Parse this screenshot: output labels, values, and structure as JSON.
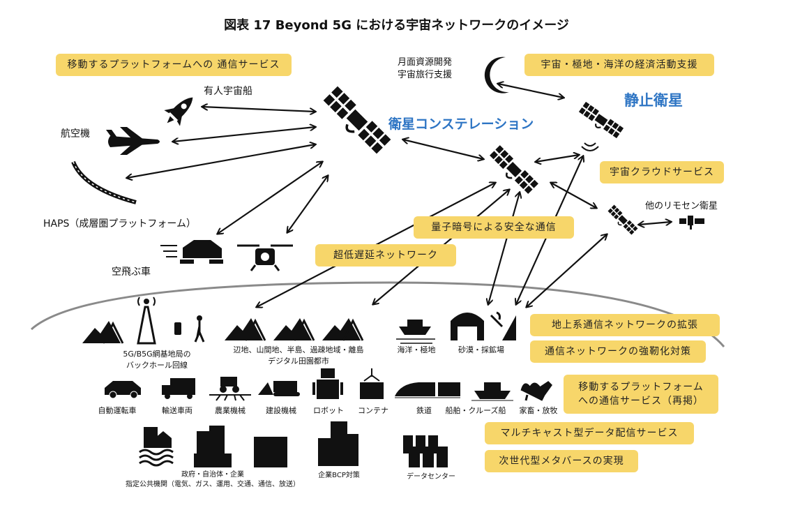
{
  "title": "図表 17  Beyond 5G における宇宙ネットワークのイメージ",
  "space": {
    "crewed_spacecraft": "有人宇宙船",
    "aircraft": "航空機",
    "haps": "HAPS（成層圏プラットフォーム）",
    "flying_car": "空飛ぶ車",
    "moon_line1": "月面資源開発",
    "moon_line2": "宇宙旅行支援",
    "geo_satellite": "静止衛星",
    "constellation": "衛星コンステレーション",
    "remote_sensing": "他のリモセン衛星"
  },
  "services": {
    "mobile_platform": "移動するプラットフォームへの 通信サービス",
    "economic_support": "宇宙・極地・海洋の経済活動支援",
    "space_cloud": "宇宙クラウドサービス",
    "quantum": "量子暗号による安全な通信",
    "low_latency": "超低遅延ネットワーク",
    "terrestrial_ext": "地上系通信ネットワークの拡張",
    "resilience": "通信ネットワークの強靭化対策",
    "mobile_repost_1": "移動するプラットフォーム",
    "mobile_repost_2": "への通信サービス（再掲）",
    "multicast": "マルチキャスト型データ配信サービス",
    "metaverse": "次世代型メタバースの実現"
  },
  "ground": {
    "backhaul_1": "5G/B5G網基地局の",
    "backhaul_2": "バックホール回線",
    "remote_1": "辺地、山間地、半島、過疎地域・離島",
    "remote_2": "デジタル田園都市",
    "ocean": "海洋・極地",
    "desert": "砂漠・採鉱場",
    "row2": [
      "自動運転車",
      "輸送車両",
      "農業機械",
      "建設機械",
      "ロボット",
      "コンテナ",
      "鉄道",
      "船舶・クルーズ船",
      "家畜・放牧"
    ],
    "gov_1": "政府・自治体・企業",
    "gov_2": "指定公共機関（電気、ガス、運用、交通、通信、放送）",
    "bcp": "企業BCP対策",
    "datacenter": "データセンター"
  },
  "colors": {
    "box": "#f7d66a",
    "blue": "#2e75c4",
    "curve": "#8a8a8a"
  }
}
